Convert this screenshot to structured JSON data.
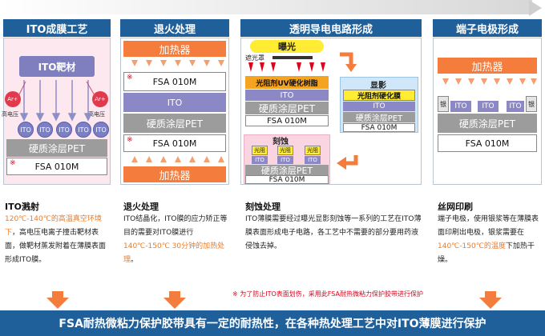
{
  "headers": {
    "step1": "ITO成膜工艺",
    "step2": "退火处理",
    "step3": "透明导电电路形成",
    "step4": "端子电极形成"
  },
  "step1": {
    "target_label": "ITO靶材",
    "argon_label": "Ar+",
    "voltage_label": "高电压",
    "ito_label": "ITO",
    "pet_label": "硬质涂层PET",
    "fsa_label": "FSA 010M",
    "mark": "※",
    "title": "ITO溅射",
    "desc_highlight": "120℃-140℃的高温真空环境下",
    "desc_rest": "，高电压电离子撞击靶材表面，做靶材蒸发附着在薄膜表面形成ITO膜。"
  },
  "step2": {
    "heater_label": "加热器",
    "fsa_label": "FSA 010M",
    "ito_label": "ITO",
    "pet_label": "硬质涂层PET",
    "mark": "※",
    "title": "退火处理",
    "desc_a": "ITO结晶化，ITO膜的应力矫正等目的需要对ITO膜进行",
    "desc_highlight": "140℃-150℃ 30分钟的加热处理",
    "desc_b": "。"
  },
  "step3": {
    "exposure_label": "曝光",
    "mask_label": "遮光罩",
    "resist_label": "光阻剂UV硬化树脂",
    "ito_label": "ITO",
    "pet_label": "硬质涂层PET",
    "fsa_label": "FSA 010M",
    "develop_label": "显影",
    "cured_label": "光阻剂硬化膜",
    "etch_label": "刻蚀",
    "resist_small": "光阻",
    "title": "刻蚀处理",
    "desc": "ITO薄膜需要经过曝光显影刻蚀等一系列的工艺在ITO薄膜表面形成电子电路，各工艺中不需要的部分要用药液侵蚀去掉。"
  },
  "step4": {
    "heater_label": "加热器",
    "silver_label": "银",
    "ito_label": "ITO",
    "pet_label": "硬质涂层PET",
    "fsa_label": "FSA 010M",
    "title": "丝网印刷",
    "desc_a": "端子电极，使用银浆等在薄膜表面印刷出电极，银浆需要在",
    "desc_highlight": "140℃-150℃的温度",
    "desc_b": "下加热干燥。"
  },
  "note": "※ 为了防止ITO表面划伤，采用此FSA耐热微粘力保护胶带进行保护",
  "footer": "FSA耐热微粘力保护胶带具有一定的耐热性，在各种热处理工艺中对ITO薄膜进行保护",
  "colors": {
    "header_blue": "#1f5f9a",
    "heater_orange": "#f47c3c",
    "ito_purple": "#8c88c6",
    "pet_gray": "#9c9c9c",
    "highlight_orange": "#f07a22",
    "note_red": "#e0001b"
  }
}
